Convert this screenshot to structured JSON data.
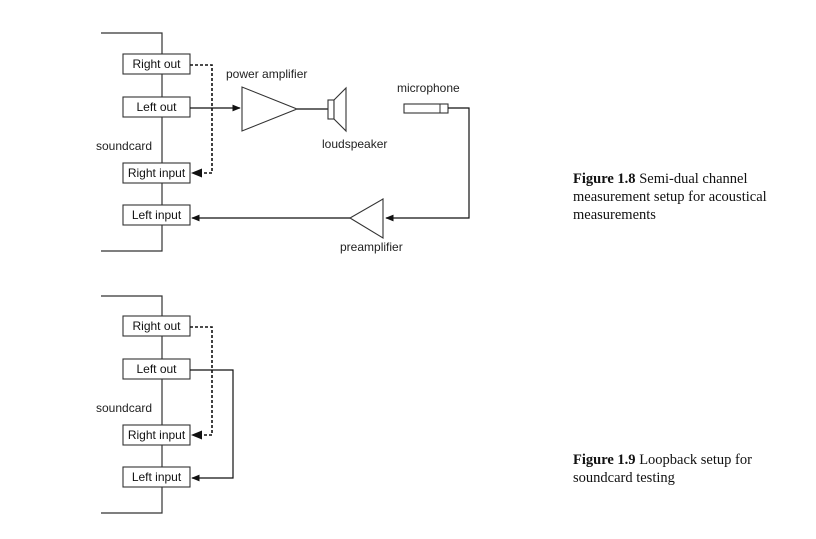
{
  "figure1": {
    "caption_label": "Figure 1.8",
    "caption_text": " Semi-dual channel measurement setup for acoustical measurements",
    "boxes": {
      "right_out": "Right out",
      "left_out": "Left out",
      "right_input": "Right input",
      "left_input": "Left input"
    },
    "soundcard": "soundcard",
    "power_amplifier": "power amplifier",
    "loudspeaker": "loudspeaker",
    "microphone": "microphone",
    "preamplifier": "preamplifier"
  },
  "figure2": {
    "caption_label": "Figure 1.9",
    "caption_text": " Loopback setup for soundcard testing",
    "boxes": {
      "right_out": "Right out",
      "left_out": "Left out",
      "right_input": "Right input",
      "left_input": "Left input"
    },
    "soundcard": "soundcard"
  }
}
